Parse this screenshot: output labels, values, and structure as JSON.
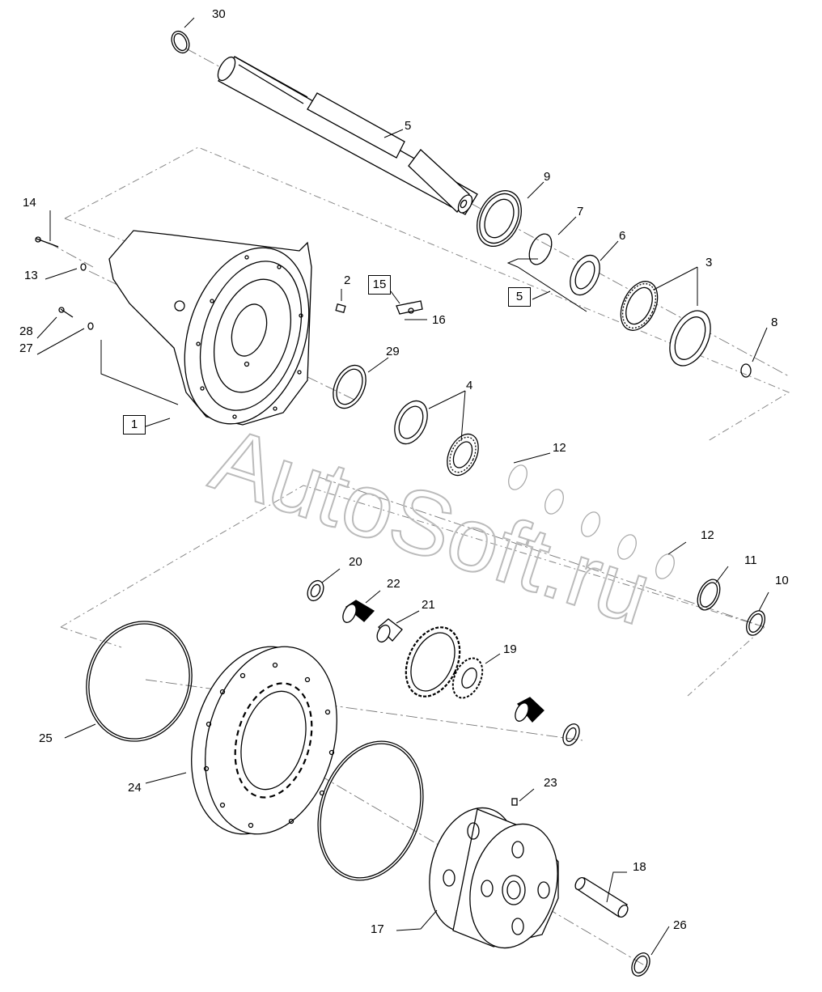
{
  "callouts": {
    "n1": "1",
    "n2": "2",
    "n3": "3",
    "n4": "4",
    "n5": "5",
    "n5_box": "5",
    "n6": "6",
    "n7": "7",
    "n8": "8",
    "n9": "9",
    "n10": "10",
    "n11": "11",
    "n12a": "12",
    "n12b": "12",
    "n13": "13",
    "n14": "14",
    "n15": "15",
    "n16": "16",
    "n17": "17",
    "n18": "18",
    "n19": "19",
    "n20": "20",
    "n21": "21",
    "n22": "22",
    "n23": "23",
    "n24": "24",
    "n25": "25",
    "n26": "26",
    "n27": "27",
    "n28": "28",
    "n29": "29",
    "n30": "30"
  },
  "watermark": "AutoSoft.ru",
  "colors": {
    "line": "#000000",
    "dash": "#777777",
    "watermark_stroke": "#bbbbbb"
  }
}
